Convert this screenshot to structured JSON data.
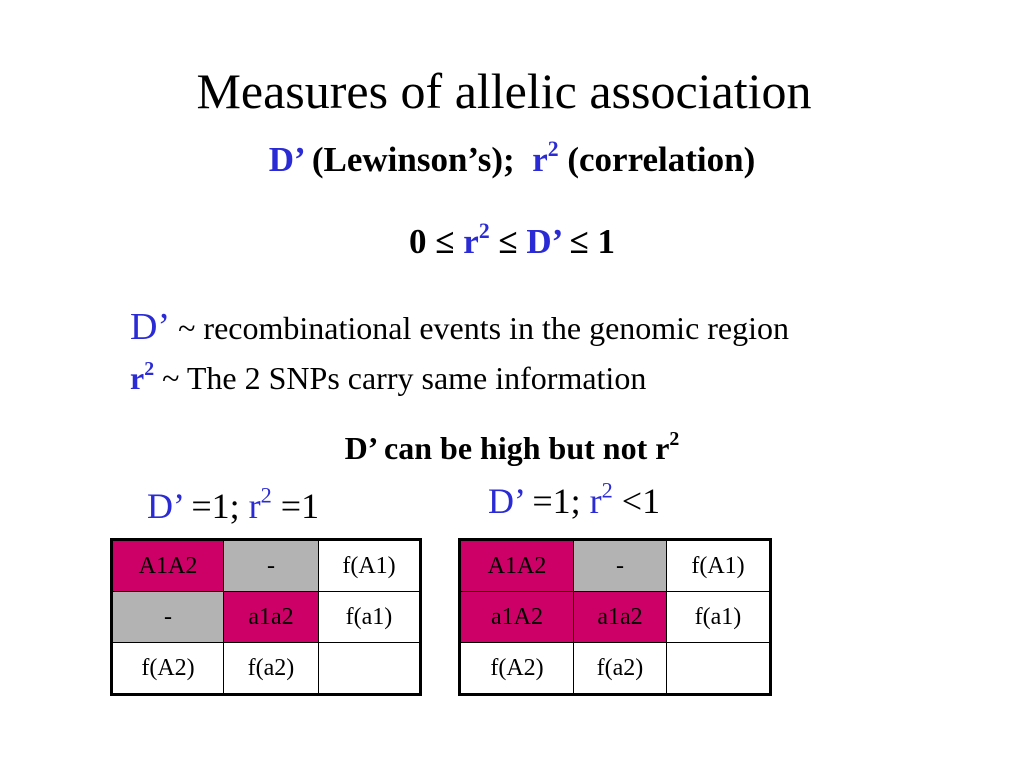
{
  "slide": {
    "title": "Measures of allelic association",
    "subtitle": {
      "d_symbol": "D’",
      "d_name": "(Lewinson’s);",
      "r_symbol": "r",
      "r_exp": "2",
      "r_name": "(correlation)"
    },
    "inequality": {
      "zero": "0",
      "le1": "≤",
      "r_symbol": "r",
      "r_exp": "2",
      "le2": "≤",
      "d_symbol": "D’",
      "le3": "≤",
      "one": "1"
    },
    "desc_d": {
      "symbol": "D’",
      "text": "~ recombinational events in the genomic region"
    },
    "desc_r": {
      "symbol": "r",
      "exp": "2",
      "text": "~ The 2 SNPs carry same information"
    },
    "note": {
      "text": "D’ can be high but not r",
      "exp": "2"
    },
    "caption_left": {
      "d_symbol": "D’",
      "d_val": "=1;",
      "r_symbol": "r",
      "r_exp": "2",
      "r_val": "=1"
    },
    "caption_right": {
      "d_symbol": "D’",
      "d_val": "=1;",
      "r_symbol": "r",
      "r_exp": "2",
      "r_val": "<1"
    },
    "colors": {
      "accent_blue": "#2b2bd6",
      "cell_magenta": "#cc0066",
      "cell_gray": "#b3b3b3"
    },
    "tables": {
      "left": [
        [
          {
            "text": "A1A2",
            "fill": "pink"
          },
          {
            "text": "-",
            "fill": "gray"
          },
          {
            "text": "f(A1)",
            "fill": "white"
          }
        ],
        [
          {
            "text": "-",
            "fill": "gray"
          },
          {
            "text": "a1a2",
            "fill": "pink"
          },
          {
            "text": "f(a1)",
            "fill": "white"
          }
        ],
        [
          {
            "text": "f(A2)",
            "fill": "white"
          },
          {
            "text": "f(a2)",
            "fill": "white"
          },
          {
            "text": "",
            "fill": "white"
          }
        ]
      ],
      "right": [
        [
          {
            "text": "A1A2",
            "fill": "pink"
          },
          {
            "text": "-",
            "fill": "gray"
          },
          {
            "text": "f(A1)",
            "fill": "white"
          }
        ],
        [
          {
            "text": "a1A2",
            "fill": "pink"
          },
          {
            "text": "a1a2",
            "fill": "pink"
          },
          {
            "text": "f(a1)",
            "fill": "white"
          }
        ],
        [
          {
            "text": "f(A2)",
            "fill": "white"
          },
          {
            "text": "f(a2)",
            "fill": "white"
          },
          {
            "text": "",
            "fill": "white"
          }
        ]
      ]
    }
  }
}
